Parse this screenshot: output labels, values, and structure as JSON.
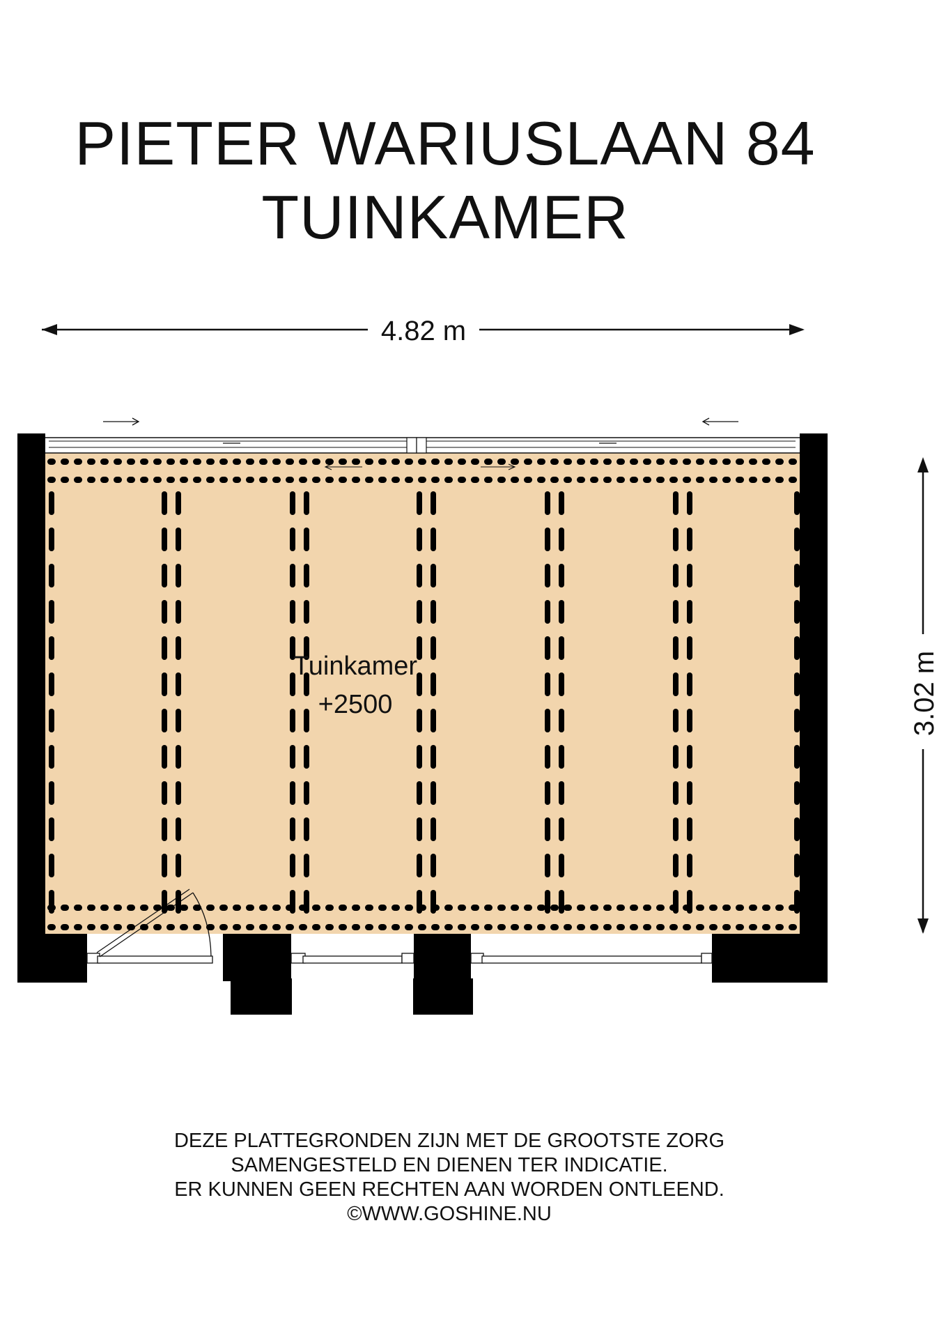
{
  "title": {
    "line1": "PIETER WARIUSLAAN 84",
    "line2": "TUINKAMER"
  },
  "dimensions": {
    "width": "4.82 m",
    "height": "3.02 m"
  },
  "room": {
    "name": "Tuinkamer",
    "level": "+2500",
    "floor_color": "#f2d5ad"
  },
  "disclaimer": {
    "lines": [
      "DEZE PLATTEGRONDEN ZIJN MET DE GROOTSTE ZORG",
      "SAMENGESTELD EN DIENEN TER INDICATIE.",
      "ER KUNNEN GEEN RECHTEN AAN WORDEN ONTLEEND.",
      "©WWW.GOSHINE.NU"
    ]
  },
  "colors": {
    "wall": "#000000",
    "floor": "#f2d5ad",
    "text": "#111111"
  }
}
